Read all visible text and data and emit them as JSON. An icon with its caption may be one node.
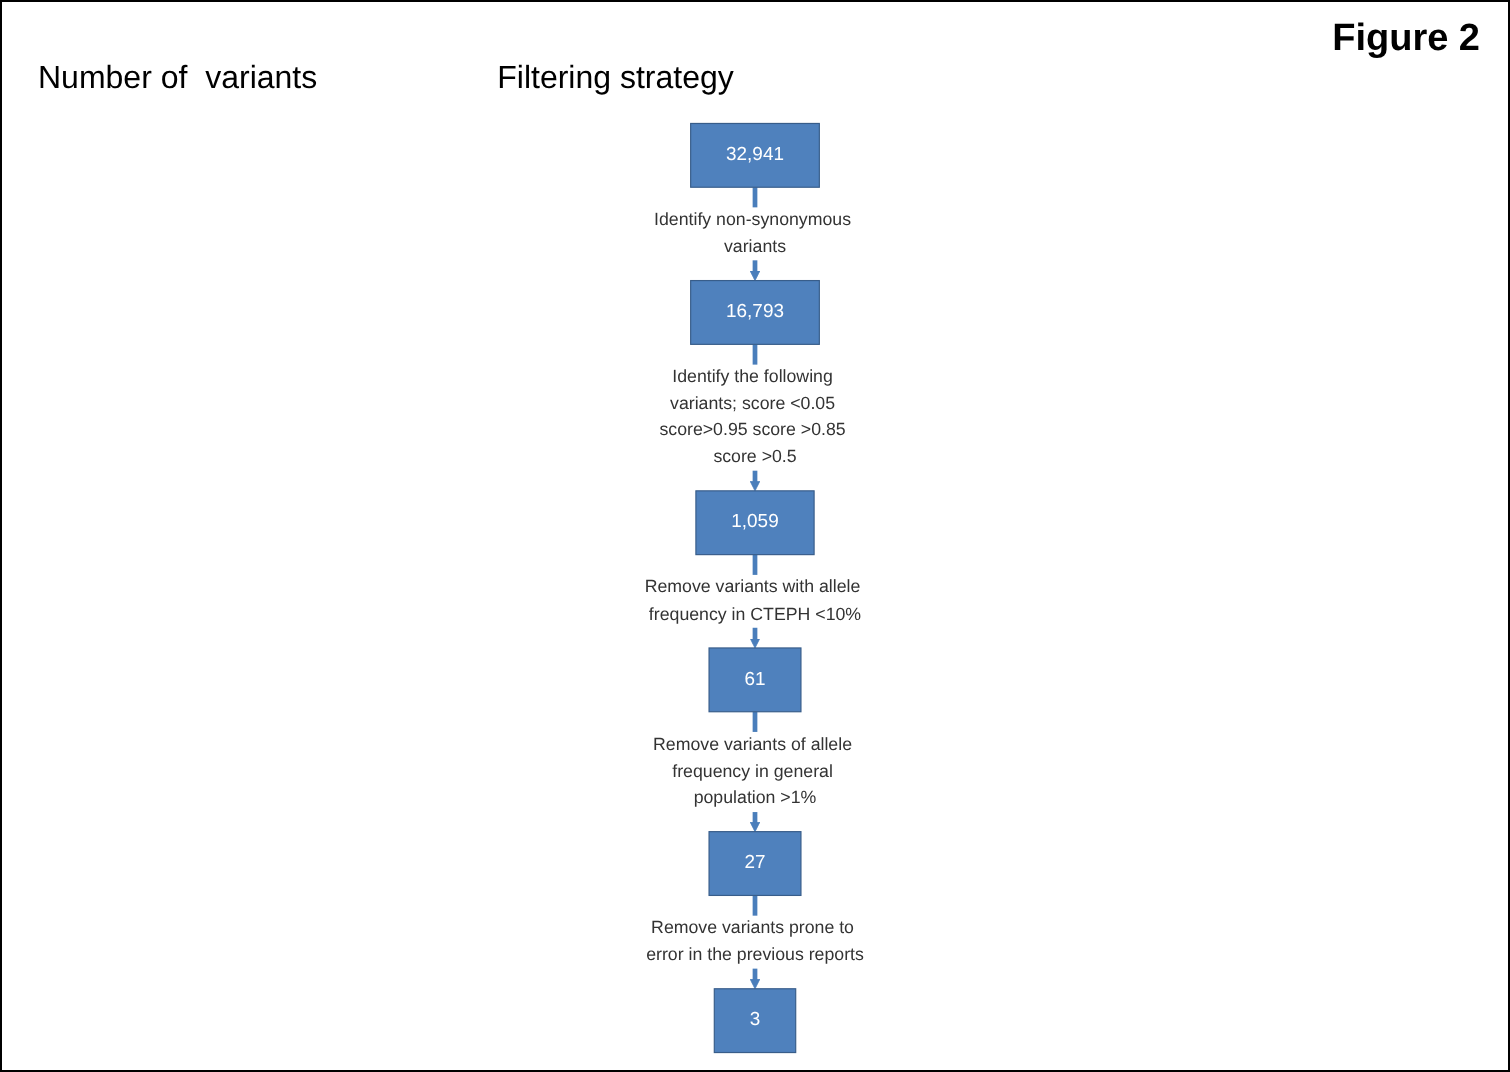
{
  "diagram": {
    "title": "Figure 2",
    "nodes": [
      {
        "text": [
          "32,941"
        ]
      },
      {
        "text": [
          "16,793"
        ]
      },
      {
        "text": [
          "1,059"
        ]
      },
      {
        "text": [
          "61"
        ]
      },
      {
        "text": [
          "27"
        ]
      },
      {
        "text": [
          "3"
        ]
      }
    ],
    "edges": [
      {
        "from": 0,
        "to": 1,
        "arrow": "to",
        "label": "Identify non-synonymous variants"
      },
      {
        "from": 1,
        "to": 2,
        "arrow": "to",
        "label": "Identify the following variants; score <0.05 score>0.95 score >0.85 score >0.5"
      },
      {
        "from": 2,
        "to": 3,
        "arrow": "to",
        "label": "Remove variants with allele frequency in CTEPH <10%"
      },
      {
        "from": 3,
        "to": 4,
        "arrow": "to",
        "label": "Remove variants of allele frequency in general population >1%"
      },
      {
        "from": 4,
        "to": 5,
        "arrow": "to",
        "label": "Remove variants prone to error in the previous reports"
      }
    ],
    "labels": [
      "Number of  variants",
      "Filtering strategy"
    ]
  }
}
